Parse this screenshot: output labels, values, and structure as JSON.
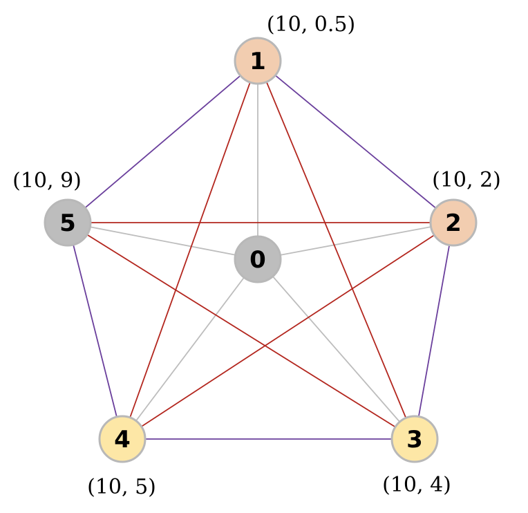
{
  "colors": {
    "background": "#ffffff",
    "node_stroke": "#b8b8b8",
    "node_gray_fill": "#bdbdbd",
    "node_peach_fill": "#f2cdb0",
    "node_yellow_fill": "#fde7a6",
    "edge_spoke": "#bdbdbd",
    "edge_outer": "#6a3f9c",
    "edge_star": "#b3261e",
    "label_text": "#000000"
  },
  "nodes": [
    {
      "id": "0",
      "label": "0",
      "fill": "node_gray_fill"
    },
    {
      "id": "1",
      "label": "1",
      "fill": "node_peach_fill",
      "coord": "(10, 0.5)"
    },
    {
      "id": "2",
      "label": "2",
      "fill": "node_peach_fill",
      "coord": "(10, 2)"
    },
    {
      "id": "3",
      "label": "3",
      "fill": "node_yellow_fill",
      "coord": "(10, 4)"
    },
    {
      "id": "4",
      "label": "4",
      "fill": "node_yellow_fill",
      "coord": "(10, 5)"
    },
    {
      "id": "5",
      "label": "5",
      "fill": "node_gray_fill",
      "coord": "(10, 9)"
    }
  ],
  "edges": [
    {
      "from": "0",
      "to": "1",
      "color": "edge_spoke"
    },
    {
      "from": "0",
      "to": "2",
      "color": "edge_spoke"
    },
    {
      "from": "0",
      "to": "3",
      "color": "edge_spoke"
    },
    {
      "from": "0",
      "to": "4",
      "color": "edge_spoke"
    },
    {
      "from": "0",
      "to": "5",
      "color": "edge_spoke"
    },
    {
      "from": "1",
      "to": "2",
      "color": "edge_outer"
    },
    {
      "from": "2",
      "to": "3",
      "color": "edge_outer"
    },
    {
      "from": "3",
      "to": "4",
      "color": "edge_outer"
    },
    {
      "from": "4",
      "to": "5",
      "color": "edge_outer"
    },
    {
      "from": "5",
      "to": "1",
      "color": "edge_outer"
    },
    {
      "from": "1",
      "to": "3",
      "color": "edge_star"
    },
    {
      "from": "1",
      "to": "4",
      "color": "edge_star"
    },
    {
      "from": "2",
      "to": "4",
      "color": "edge_star"
    },
    {
      "from": "2",
      "to": "5",
      "color": "edge_star"
    },
    {
      "from": "3",
      "to": "5",
      "color": "edge_star"
    }
  ]
}
